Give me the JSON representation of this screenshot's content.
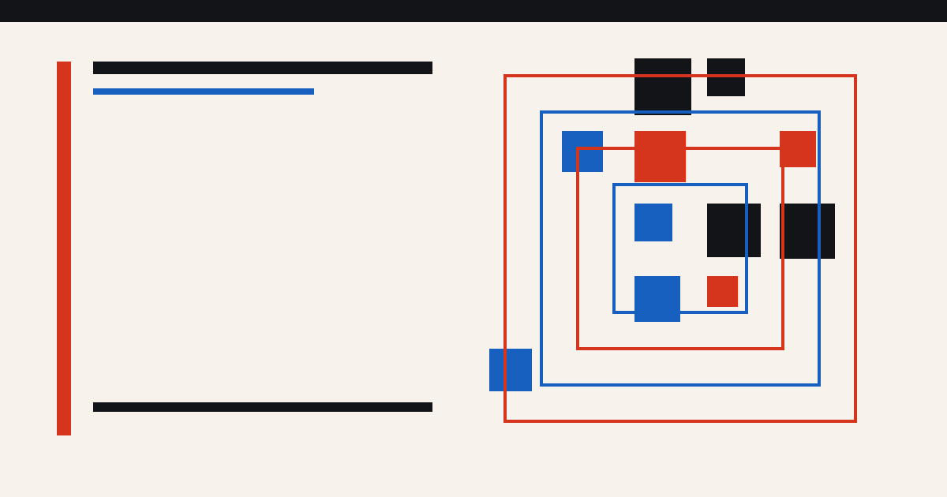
{
  "colors": {
    "background": "#f7f3ec",
    "topbar": "#131417",
    "red": "#d4351c",
    "blue": "#1860bf",
    "black": "#131417"
  },
  "composition": {
    "frames": [
      {
        "name": "outer-red-frame",
        "color": "red"
      },
      {
        "name": "second-blue-frame",
        "color": "blue"
      },
      {
        "name": "third-red-frame",
        "color": "red"
      },
      {
        "name": "inner-blue-frame",
        "color": "blue"
      }
    ],
    "tiles": [
      {
        "name": "tile-black-top-1",
        "color": "black"
      },
      {
        "name": "tile-black-top-2",
        "color": "black"
      },
      {
        "name": "tile-blue-left",
        "color": "blue"
      },
      {
        "name": "tile-red-top",
        "color": "red"
      },
      {
        "name": "tile-red-right",
        "color": "red"
      },
      {
        "name": "tile-blue-inner",
        "color": "blue"
      },
      {
        "name": "tile-black-middle",
        "color": "black"
      },
      {
        "name": "tile-black-right",
        "color": "black"
      },
      {
        "name": "tile-blue-lower",
        "color": "blue"
      },
      {
        "name": "tile-red-small",
        "color": "red"
      },
      {
        "name": "tile-blue-corner",
        "color": "blue"
      }
    ]
  }
}
